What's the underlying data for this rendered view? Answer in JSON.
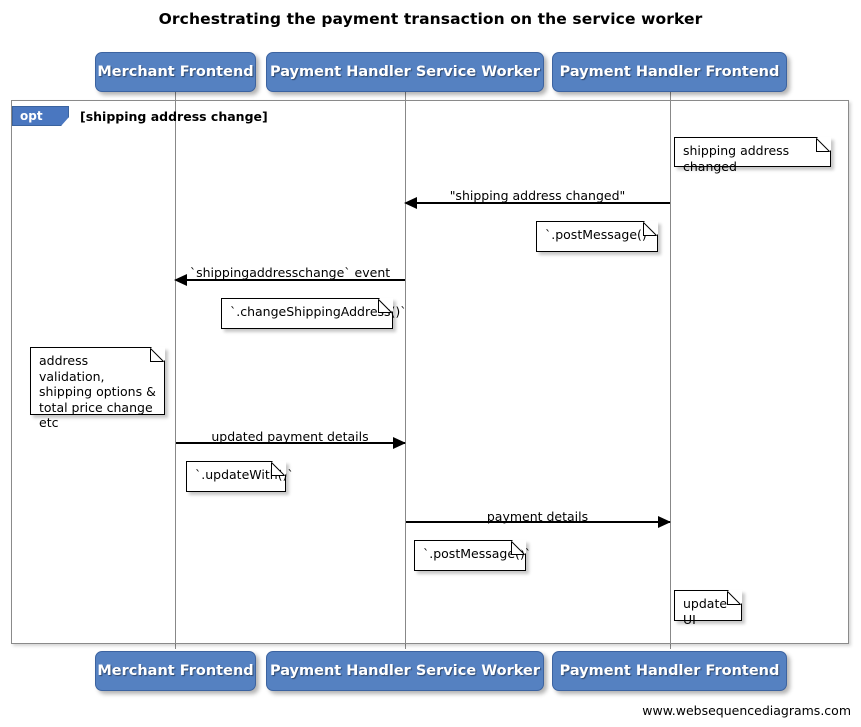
{
  "diagram": {
    "title": "Orchestrating the payment transaction on the service worker",
    "footer": "www.websequencediagrams.com",
    "colors": {
      "participant_fill": "#5581c1",
      "participant_text": "#ffffff",
      "fragment_tag_fill": "#4a77c0",
      "frame_border": "#8a8a8a",
      "note_fill": "#ffffff",
      "note_border": "#000000",
      "arrow": "#000000",
      "background": "#ffffff"
    }
  },
  "participants": [
    {
      "id": "merchant-frontend",
      "label": "Merchant Frontend"
    },
    {
      "id": "payment-handler-service-worker",
      "label": "Payment Handler Service Worker"
    },
    {
      "id": "payment-handler-frontend",
      "label": "Payment Handler Frontend"
    }
  ],
  "fragment": {
    "type": "opt",
    "tag_label": "opt",
    "guard": "[shipping address change]"
  },
  "messages": [
    {
      "id": "msg-shipping-address-changed",
      "label": "\"shipping address changed\"",
      "from": "payment-handler-frontend",
      "to": "payment-handler-service-worker",
      "direction": "left"
    },
    {
      "id": "msg-shippingaddresschange-event",
      "label": "`shippingaddresschange` event",
      "from": "payment-handler-service-worker",
      "to": "merchant-frontend",
      "direction": "left"
    },
    {
      "id": "msg-updated-payment-details",
      "label": "updated payment details",
      "from": "merchant-frontend",
      "to": "payment-handler-service-worker",
      "direction": "right"
    },
    {
      "id": "msg-payment-details",
      "label": "payment details",
      "from": "payment-handler-service-worker",
      "to": "payment-handler-frontend",
      "direction": "right"
    }
  ],
  "notes": [
    {
      "id": "note-shipping-address-changed",
      "text": "shipping address changed",
      "over": "payment-handler-frontend"
    },
    {
      "id": "note-postmessage-1",
      "text": "`.postMessage()`",
      "over": "payment-handler-frontend"
    },
    {
      "id": "note-change-shipping-address",
      "text": "`.changeShippingAddress()`",
      "over": "payment-handler-service-worker"
    },
    {
      "id": "note-address-validation",
      "text": "address validation,\nshipping options &\ntotal price change etc",
      "over": "merchant-frontend"
    },
    {
      "id": "note-update-with",
      "text": "`.updateWith()`",
      "over": "merchant-frontend"
    },
    {
      "id": "note-postmessage-2",
      "text": "`.postMessage()`",
      "over": "payment-handler-service-worker"
    },
    {
      "id": "note-update-ui",
      "text": "update UI",
      "over": "payment-handler-frontend"
    }
  ]
}
